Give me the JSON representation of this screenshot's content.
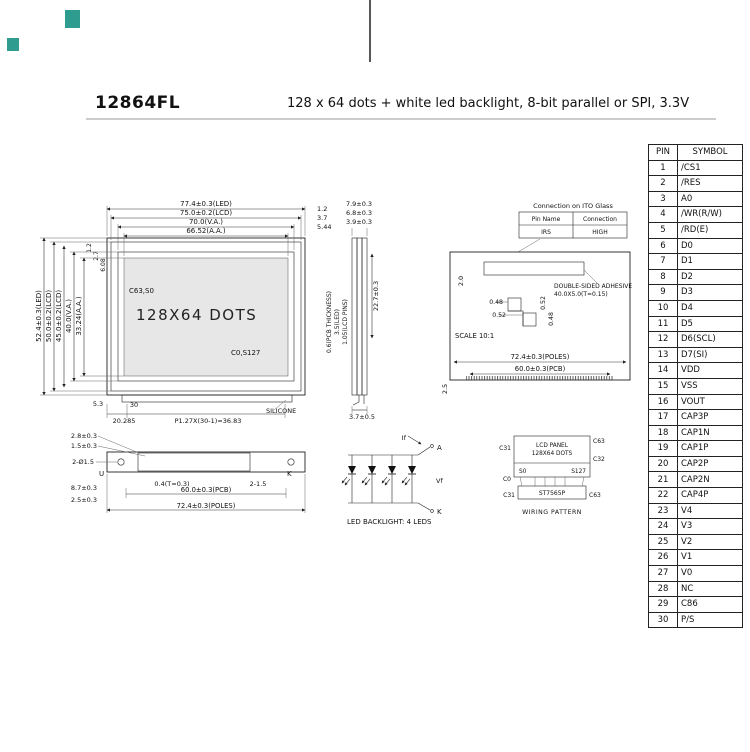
{
  "header": {
    "title": "12864FL",
    "subtitle": "128 x 64 dots + white led backlight, 8-bit parallel or SPI, 3.3V"
  },
  "front_view": {
    "dim_width_led": "77.4±0.3(LED)",
    "dim_width_lcd": "75.0±0.2(LCD)",
    "dim_width_va": "70.0(V.A.)",
    "dim_width_aa": "66.52(A.A.)",
    "dim_right_top": "1.2",
    "dim_right_mid": "3.7",
    "dim_right_bot": "5.44",
    "dim_left_top": "1.2",
    "dim_left_mid": "2.7",
    "dim_left_bot": "6.08",
    "dim_height_led": "52.4±0.3(LED)",
    "dim_height_lcd": "50.0±0.2(LCD)",
    "dim_height_lcd2": "45.0±0.2(LCD)",
    "dim_height_va": "40.0(V.A.)",
    "dim_height_aa": "33.24(A.A.)",
    "corner_tl": "C63,S0",
    "dots_label": "128X64 DOTS",
    "corner_br": "C0,S127",
    "dim_edge": "5.3",
    "pin_count": "30",
    "dim_offset": "20.285",
    "dim_pitch": "P1.27X(30-1)=36.83",
    "silicone": "SILICONE"
  },
  "side_view": {
    "dim_top1": "7.9±0.3",
    "dim_top2": "6.8±0.3",
    "dim_top3": "3.9±0.3",
    "dim_height": "22.7±0.3",
    "dim_pcb": "0.6(PCB THICKNESS)",
    "dim_led": "3.5(LED)",
    "dim_pins": "1.05(LCD PINS)",
    "dim_bottom": "3.7±0.5"
  },
  "back_view": {
    "ito_title": "Connection on ITO Glass",
    "ito_header_pin": "Pin Name",
    "ito_header_conn": "Connection",
    "ito_pin": "IRS",
    "ito_conn": "HIGH",
    "adhesive1": "DOUBLE-SIDED ADHESIVE",
    "adhesive2": "40.0X5.0(T=0.15)",
    "dim_top": "2.0",
    "pad1": "0.48",
    "pad2": "0.52",
    "pad3": "0.52",
    "pad4": "0.48",
    "scale": "SCALE 10:1",
    "dim_poles": "72.4±0.3(POLES)",
    "dim_pcb": "60.0±0.3(PCB)",
    "dim_bottom": "2.5"
  },
  "bottom_view": {
    "dim1": "2.8±0.3",
    "dim2": "1.5±0.3",
    "dim_holes": "2-Ø1.5",
    "label_u": "U",
    "dim3": "8.7±0.3",
    "dim4": "2.5±0.3",
    "dim_tab": "0.4(T=0.3)",
    "dim_slot": "2-1.5",
    "dim_pcb": "60.0±0.3(PCB)",
    "dim_poles": "72.4±0.3(POLES)",
    "label_k": "K"
  },
  "backlight": {
    "label_if": "If",
    "label_a": "A",
    "label_vf": "Vf",
    "label_k": "K",
    "caption": "LED BACKLIGHT: 4 LEDS"
  },
  "wiring": {
    "panel1": "LCD PANEL",
    "panel2": "128X64 DOTS",
    "c31_top": "C31",
    "c0": "C0",
    "c63_top": "C63",
    "c32": "C32",
    "s0": "S0",
    "s127": "S127",
    "chip": "ST7565P",
    "c31_bottom": "C31",
    "c63_bottom": "C63",
    "caption": "WIRING PATTERN"
  },
  "pin_table": {
    "headers": [
      "PIN",
      "SYMBOL"
    ],
    "rows": [
      {
        "pin": "1",
        "symbol": "/CS1"
      },
      {
        "pin": "2",
        "symbol": "/RES"
      },
      {
        "pin": "3",
        "symbol": "A0"
      },
      {
        "pin": "4",
        "symbol": "/WR(R/W)"
      },
      {
        "pin": "5",
        "symbol": "/RD(E)"
      },
      {
        "pin": "6",
        "symbol": "D0"
      },
      {
        "pin": "7",
        "symbol": "D1"
      },
      {
        "pin": "8",
        "symbol": "D2"
      },
      {
        "pin": "9",
        "symbol": "D3"
      },
      {
        "pin": "10",
        "symbol": "D4"
      },
      {
        "pin": "11",
        "symbol": "D5"
      },
      {
        "pin": "12",
        "symbol": "D6(SCL)"
      },
      {
        "pin": "13",
        "symbol": "D7(SI)"
      },
      {
        "pin": "14",
        "symbol": "VDD"
      },
      {
        "pin": "15",
        "symbol": "VSS"
      },
      {
        "pin": "16",
        "symbol": "VOUT"
      },
      {
        "pin": "17",
        "symbol": "CAP3P"
      },
      {
        "pin": "18",
        "symbol": "CAP1N"
      },
      {
        "pin": "19",
        "symbol": "CAP1P"
      },
      {
        "pin": "20",
        "symbol": "CAP2P"
      },
      {
        "pin": "21",
        "symbol": "CAP2N"
      },
      {
        "pin": "22",
        "symbol": "CAP4P"
      },
      {
        "pin": "23",
        "symbol": "V4"
      },
      {
        "pin": "24",
        "symbol": "V3"
      },
      {
        "pin": "25",
        "symbol": "V2"
      },
      {
        "pin": "26",
        "symbol": "V1"
      },
      {
        "pin": "27",
        "symbol": "V0"
      },
      {
        "pin": "28",
        "symbol": "NC"
      },
      {
        "pin": "29",
        "symbol": "C86"
      },
      {
        "pin": "30",
        "symbol": "P/S"
      }
    ]
  },
  "colors": {
    "accent": "#2E9C8E"
  }
}
